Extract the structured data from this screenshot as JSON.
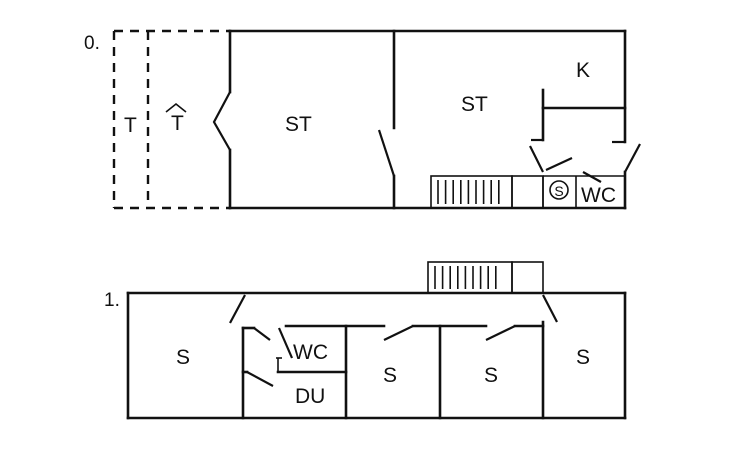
{
  "floors": [
    {
      "level": "0.",
      "rooms": {
        "terrace": "T",
        "living_left": "ST",
        "living_right": "ST",
        "kitchen": "K",
        "shower": "S",
        "toilet": "WC"
      },
      "stair_up_icon": "arrow-up-icon"
    },
    {
      "level": "1.",
      "rooms": {
        "bedroom_1": "S",
        "toilet": "WC",
        "bathroom": "DU",
        "bedroom_2": "S",
        "bedroom_3": "S",
        "bedroom_4": "S"
      }
    }
  ]
}
